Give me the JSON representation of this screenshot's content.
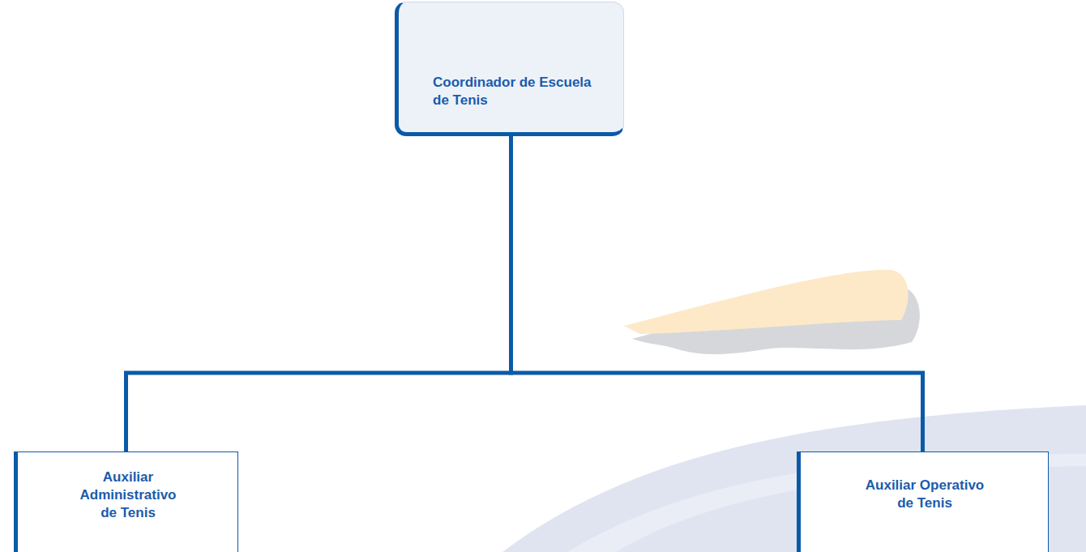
{
  "diagram": {
    "nodes": [
      {
        "text": [
          "Coordinador de Escuela de Tenis"
        ]
      },
      {
        "text": [
          "Auxiliar Administrativo de Tenis"
        ]
      },
      {
        "text": [
          "Auxiliar Operativo de Tenis"
        ]
      }
    ],
    "edges": [
      {
        "from": 0,
        "to": 1,
        "arrow": "none"
      },
      {
        "from": 0,
        "to": 2,
        "arrow": "none"
      }
    ]
  }
}
